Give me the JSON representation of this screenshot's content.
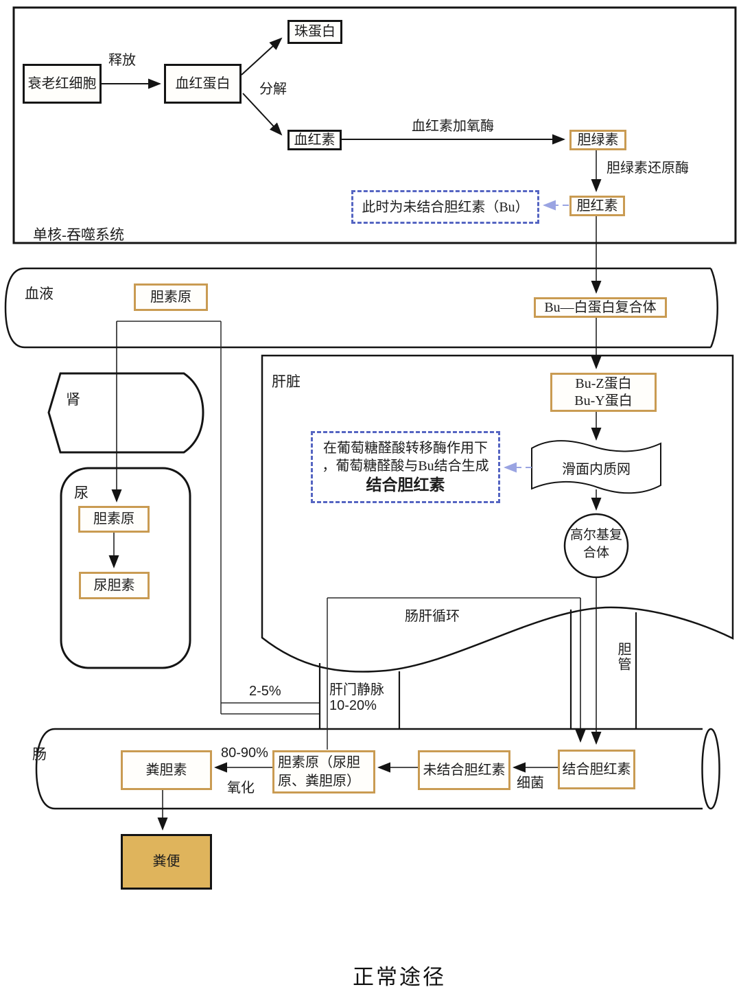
{
  "title": "正常途径",
  "colors": {
    "node_border_tan": "#c99b52",
    "node_border_black": "#141414",
    "feces_fill": "#dfb45c",
    "dashed_note_blue": "#5565c2",
    "dashed_arrow_lavender": "#9aa4e2",
    "line": "#141414"
  },
  "sections": {
    "mononuclear_system": "单核-吞噬系统",
    "blood": "血液",
    "kidney": "肾",
    "urine": "尿",
    "liver": "肝脏",
    "intestine": "肠"
  },
  "boxes": {
    "senescent_rbc": "衰老红细胞",
    "hemoglobin": "血红蛋白",
    "globin": "珠蛋白",
    "heme": "血红素",
    "biliverdin": "胆绿素",
    "bilirubin": "胆红素",
    "unconjugated_note": "此时为未结合胆红素（Bu）",
    "bu_albumin_complex": "Bu—白蛋白复合体",
    "bilinogen_blood": "胆素原",
    "bu_z_protein": "Bu-Z蛋白",
    "bu_y_protein": "Bu-Y蛋白",
    "smooth_er": "滑面内质网",
    "glucuronide_note_line1": "在葡萄糖醛酸转移酶作用下",
    "glucuronide_note_line2": "，葡萄糖醛酸与Bu结合生成",
    "glucuronide_note_line3": "结合胆红素",
    "golgi_line1": "高尔基复",
    "golgi_line2": "合体",
    "bilinogen_urine": "胆素原",
    "urobilin": "尿胆素",
    "stercobilin": "粪胆素",
    "bilinogen_intestine": "胆素原（尿胆原、粪胆原）",
    "unconjugated_bilirubin": "未结合胆红素",
    "conjugated_bilirubin": "结合胆红素",
    "feces": "粪便"
  },
  "edge_labels": {
    "release": "释放",
    "decompose": "分解",
    "heme_oxygenase": "血红素加氧酶",
    "biliverdin_reductase": "胆绿素还原酶",
    "enterohepatic_circulation": "肠肝循环",
    "bile_duct": "胆管",
    "portal_vein": "肝门静脉",
    "portal_vein_pct": "10-20%",
    "pct_2_5": "2-5%",
    "pct_80_90": "80-90%",
    "oxidation": "氧化",
    "bacteria": "细菌"
  }
}
